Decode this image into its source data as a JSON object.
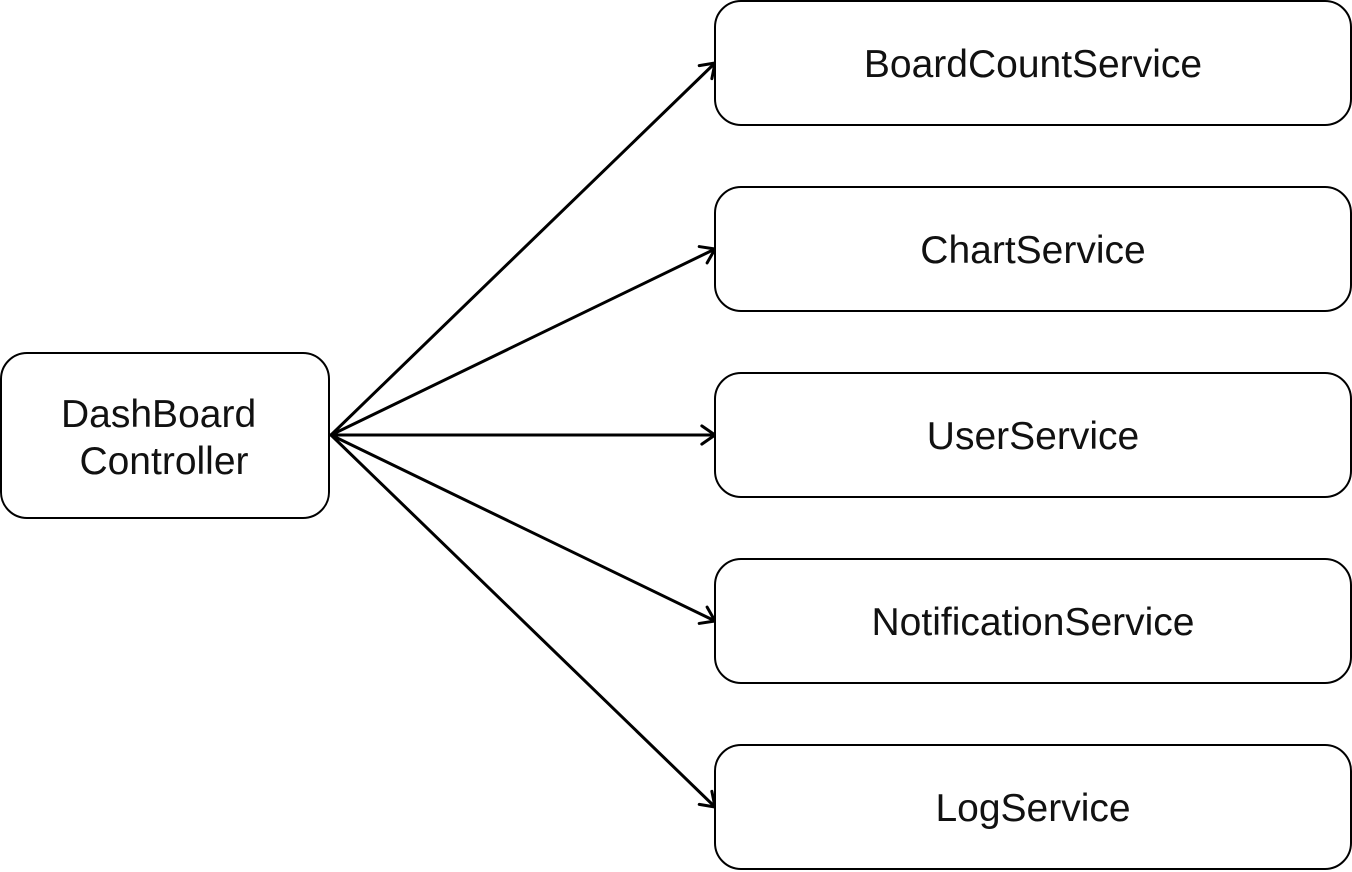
{
  "source": {
    "lines": [
      "DashBoard",
      "Controller"
    ]
  },
  "targets": [
    {
      "label": "BoardCountService"
    },
    {
      "label": "ChartService"
    },
    {
      "label": "UserService"
    },
    {
      "label": "NotificationService"
    },
    {
      "label": "LogService"
    }
  ],
  "edges": [
    {
      "from": "source",
      "to": 0
    },
    {
      "from": "source",
      "to": 1
    },
    {
      "from": "source",
      "to": 2
    },
    {
      "from": "source",
      "to": 3
    },
    {
      "from": "source",
      "to": 4
    }
  ],
  "colors": {
    "stroke": "#000000",
    "fill": "#ffffff",
    "text": "#111111"
  }
}
